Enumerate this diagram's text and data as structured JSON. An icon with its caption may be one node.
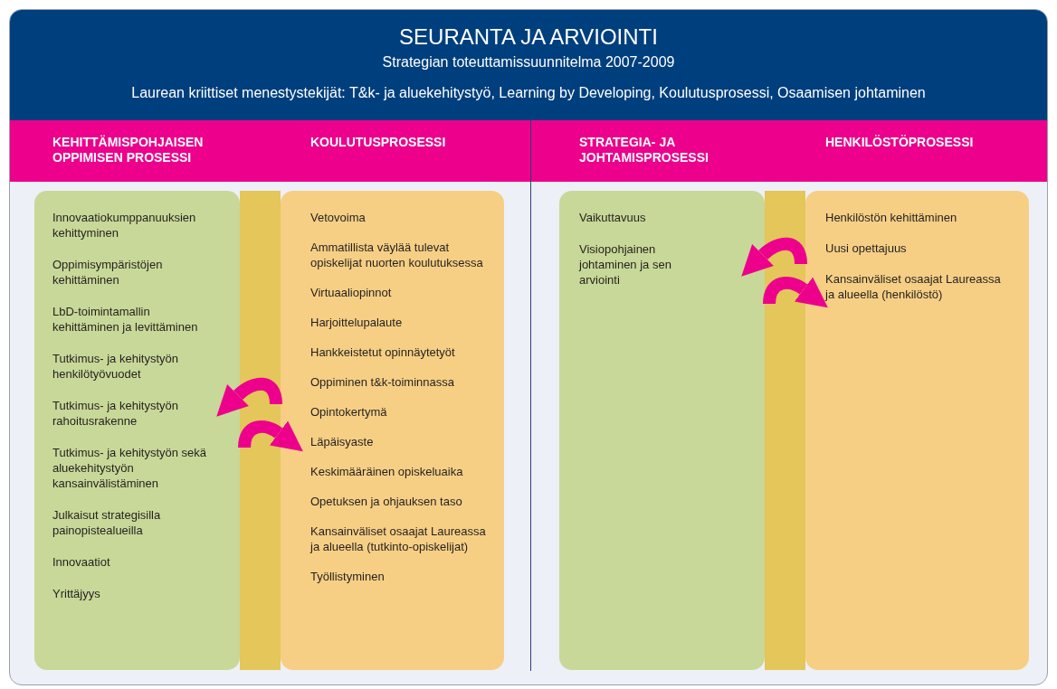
{
  "diagram": {
    "title": "SEURANTA JA ARVIOINTI",
    "nodes": [
      {
        "text": [
          "Innovaatiokumppanuuksien kehittyminen",
          "Oppimisympäristöjen kehittäminen",
          "LbD-toimintamallin kehittäminen ja levittäminen",
          "Tutkimus- ja kehitystyön henkilötyövuodet",
          "Tutkimus- ja kehitystyön rahoitusrakenne",
          "Tutkimus- ja kehitystyön sekä aluekehitystyön kansainvälistäminen",
          "Julkaisut strategisilla painopistealueilla",
          "Innovaatiot",
          "Yrittäjyys"
        ]
      },
      {
        "text": [
          "Vetovoima",
          "Ammatillista väylää tulevat opiskelijat nuorten koulutuksessa",
          "Virtuaaliopinnot",
          "Harjoittelupalaute",
          "Hankkeistetut opinnäytetyöt",
          "Oppiminen t&k-toiminnassa",
          "Opintokertymä",
          "Läpäisyaste",
          "Keskimääräinen opiskeluaika",
          "Opetuksen ja ohjauksen taso",
          "Kansainväliset osaajat Laureassa ja alueella (tutkinto-opiskelijat)",
          "Työllistyminen"
        ]
      },
      {
        "text": [
          "Vaikuttavuus",
          "Visiopohjainen johtaminen ja sen arviointi"
        ]
      },
      {
        "text": [
          "Henkilöstön kehittäminen",
          "Uusi opettajuus",
          "Kansainväliset osaajat Laureassa ja alueella (henkilöstö)"
        ]
      },
      {
        "text": [],
        "shape": "bar"
      },
      {
        "text": [],
        "shape": "bar"
      }
    ],
    "edges": [
      {
        "from": 4,
        "to": 0,
        "arrow": "to"
      },
      {
        "from": 4,
        "to": 1,
        "arrow": "to"
      },
      {
        "from": 5,
        "to": 2,
        "arrow": "to"
      },
      {
        "from": 5,
        "to": 3,
        "arrow": "to"
      }
    ],
    "labels": [
      "Strategian toteuttamissuunnitelma 2007-2009",
      "Laurean kriittiset menestystekijät: T&k- ja aluekehitystyö, Learning by Developing, Koulutusprosessi, Osaamisen johtaminen",
      "KEHITTÄMISPOHJAISEN OPPIMISEN PROSESSI",
      "KOULUTUSPROSESSI",
      "STRATEGIA- JA JOHTAMISPROSESSI",
      "HENKILÖSTÖPROSESSI"
    ]
  }
}
